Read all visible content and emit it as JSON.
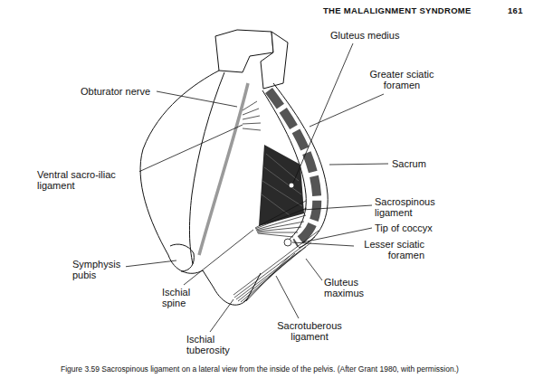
{
  "diagram": {
    "caption": "Figure 3.59 Sacrospinous ligament on a lateral view from the inside of the pelvis. (After Grant 1980, with permission.)",
    "labels": [
      "THE MALALIGNMENT SYNDROME",
      "161",
      "Gluteus medius",
      "Greater sciatic foramen",
      "Obturator nerve",
      "Ventral sacro-iliac ligament",
      "Sacrum",
      "Sacrospinous ligament",
      "Tip of coccyx",
      "Lesser sciatic foramen",
      "Symphysis pubis",
      "Ischial spine",
      "Gluteus maximus",
      "Ischial tuberosity",
      "Sacrotuberous ligament"
    ]
  }
}
